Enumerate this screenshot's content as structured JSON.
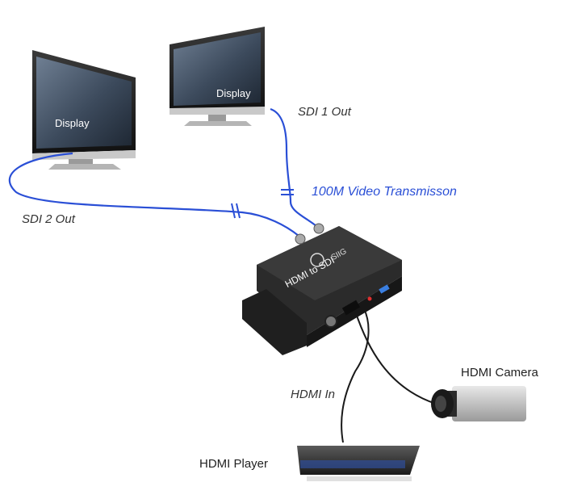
{
  "displays": [
    {
      "id": "display-left",
      "text": "Display"
    },
    {
      "id": "display-right",
      "text": "Display"
    }
  ],
  "device": {
    "name": "HDMI to SDI",
    "brand": "SIIG"
  },
  "labels": {
    "sdi1": "SDI 1 Out",
    "sdi2": "SDI 2 Out",
    "transmission": "100M Video Transmisson",
    "hdmi_in": "HDMI In",
    "hdmi_camera": "HDMI Camera",
    "hdmi_player": "HDMI Player"
  },
  "colors": {
    "sdi_cable": "#2a4fd6",
    "hdmi_cable": "#1a1a1a",
    "device_body": "#2b2b2b"
  }
}
